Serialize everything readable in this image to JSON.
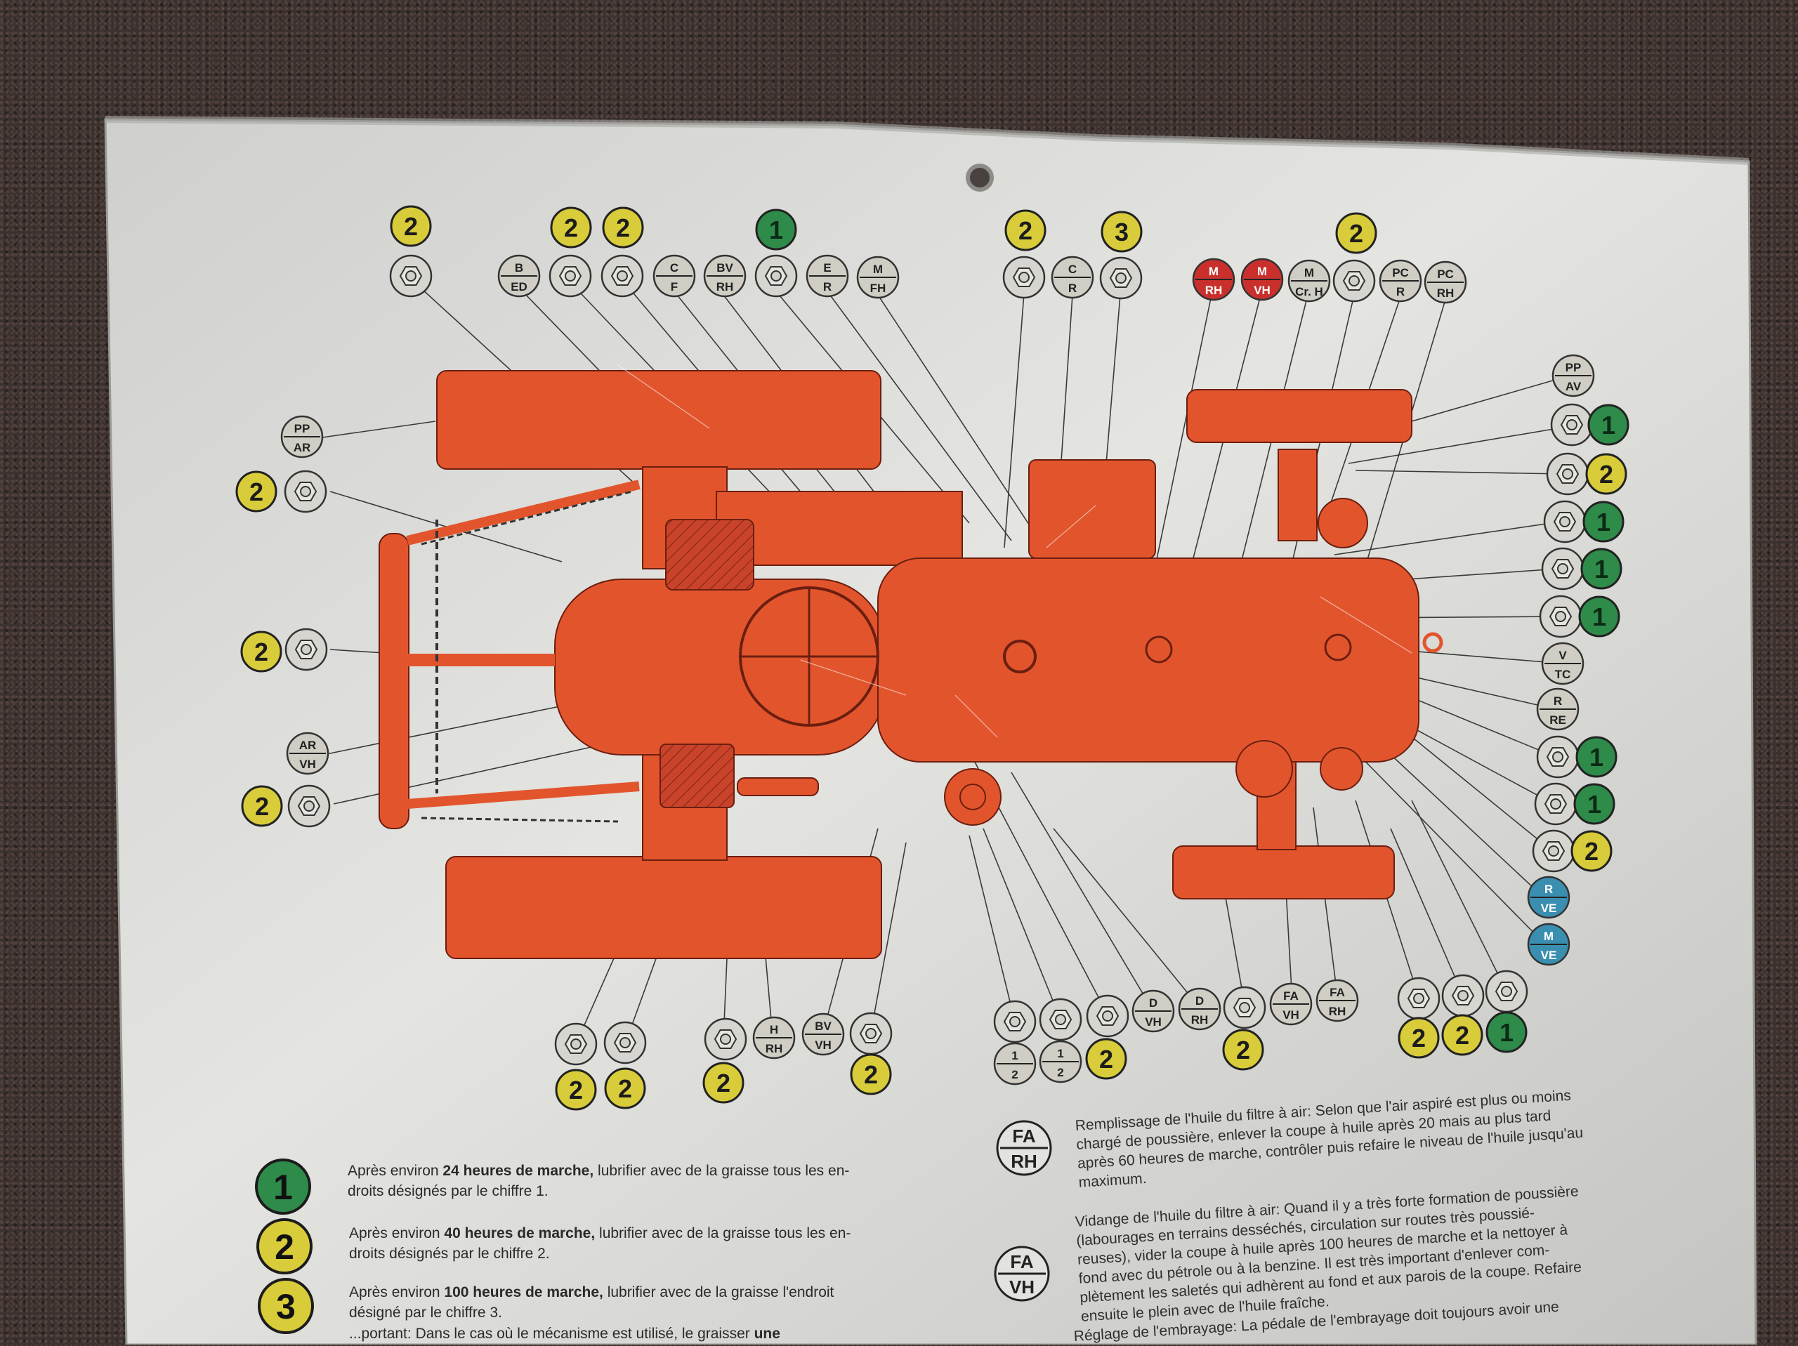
{
  "colors": {
    "grade1": "#2e8b4a",
    "grade2": "#d9cc3a",
    "grade3": "#d9cc3a",
    "code_gray": "#cfcdc4",
    "code_red": "#c9302c",
    "code_blue": "#3a8fb0",
    "tractor": "#e2552c",
    "plate": "#d8d8d6"
  },
  "top_numbers": [
    "2",
    "2",
    "2",
    "1",
    "2",
    "3",
    "2"
  ],
  "top_codes": [
    {
      "top": "B",
      "bottom": "ED"
    },
    {
      "top": "C",
      "bottom": "F"
    },
    {
      "top": "BV",
      "bottom": "RH"
    },
    {
      "top": "E",
      "bottom": "R"
    },
    {
      "top": "M",
      "bottom": "FH"
    },
    {
      "top": "C",
      "bottom": "R"
    },
    {
      "top": "M",
      "bottom": "RH"
    },
    {
      "top": "M",
      "bottom": "VH"
    },
    {
      "top": "M",
      "bottom": "Cr. H"
    },
    {
      "top": "PC",
      "bottom": "R"
    },
    {
      "top": "PC",
      "bottom": "RH"
    }
  ],
  "left_codes": [
    {
      "top": "PP",
      "bottom": "AR"
    },
    {
      "top": "AR",
      "bottom": "VH"
    }
  ],
  "left_numbers": [
    "2",
    "2",
    "2"
  ],
  "right_codes": [
    {
      "top": "PP",
      "bottom": "AV"
    },
    {
      "top": "V",
      "bottom": "TC"
    },
    {
      "top": "R",
      "bottom": "RE"
    },
    {
      "top": "R",
      "bottom": "VE"
    },
    {
      "top": "M",
      "bottom": "VE"
    }
  ],
  "right_numbers": [
    "1",
    "2",
    "1",
    "1",
    "1",
    "1",
    "1",
    "2"
  ],
  "bottom_codes": [
    {
      "top": "H",
      "bottom": "RH"
    },
    {
      "top": "BV",
      "bottom": "VH"
    },
    {
      "top": "1",
      "bottom": "2"
    },
    {
      "top": "1",
      "bottom": "2"
    },
    {
      "top": "D",
      "bottom": "VH"
    },
    {
      "top": "D",
      "bottom": "RH"
    },
    {
      "top": "FA",
      "bottom": "VH"
    },
    {
      "top": "FA",
      "bottom": "RH"
    }
  ],
  "bottom_numbers": [
    "2",
    "2",
    "2",
    "2",
    "2",
    "2",
    "2",
    "2",
    "1"
  ],
  "legend": [
    {
      "number": "1",
      "lead": "Après environ ",
      "bold": "24 heures de marche,",
      "rest_line1": " lubrifier avec de la graisse tous les en-",
      "line2": "droits désignés par le chiffre 1."
    },
    {
      "number": "2",
      "lead": "Après environ ",
      "bold": "40 heures de marche,",
      "rest_line1": " lubrifier avec de la graisse tous les en-",
      "line2": "droits désignés par le chiffre 2."
    },
    {
      "number": "3",
      "lead": "Après environ ",
      "bold": "100 heures de marche,",
      "rest_line1": " lubrifier avec de la graisse l'endroit",
      "line2": "désigné par le chiffre 3."
    }
  ],
  "legend_cut_line": {
    "lead": "...portant: ",
    "text": "Dans le cas où le mécanisme est utilisé, le graisser ",
    "bold": "une"
  },
  "right_notes": [
    {
      "code_top": "FA",
      "code_bottom": "RH",
      "lines": [
        "Remplissage de l'huile du filtre à air: Selon que l'air aspiré est plus ou moins",
        "chargé de poussière, enlever la coupe à huile après 20 mais au plus tard",
        "après 60 heures de marche, contrôler puis refaire le niveau de l'huile jusqu'au",
        "maximum."
      ]
    },
    {
      "code_top": "FA",
      "code_bottom": "VH",
      "lines": [
        "Vidange de l'huile du filtre à air: Quand il y a très forte formation de poussière",
        "(labourages en terrains desséchés, circulation sur routes très poussié-",
        "reuses), vider la coupe à huile après 100 heures de marche et la nettoyer à",
        "fond avec du pétrole ou à la benzine. Il est très important d'enlever com-",
        "plètement les saletés qui adhèrent au fond et aux parois de la coupe. Refaire",
        "ensuite le plein avec de l'huile fraîche."
      ]
    }
  ],
  "right_cut_line": "Réglage de l'embrayage: La pédale de l'embrayage doit toujours avoir une"
}
